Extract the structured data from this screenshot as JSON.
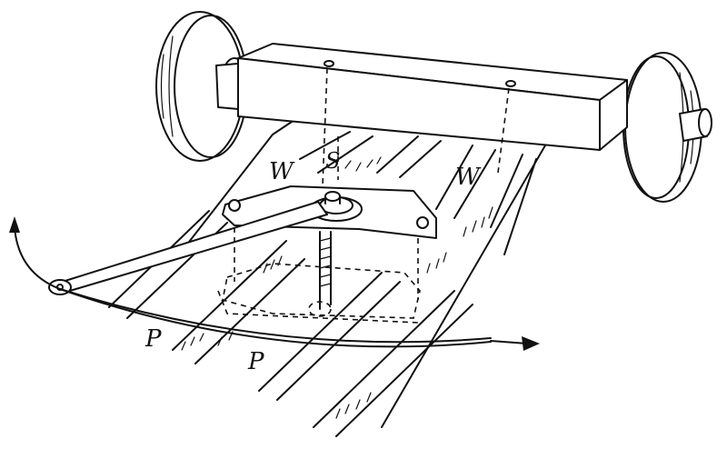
{
  "labels": {
    "w_left": "W",
    "w_right": "W",
    "s_pivot": "S",
    "p_left": "P",
    "p_right": "P"
  },
  "colors": {
    "ink": "#111111",
    "paper": "#ffffff"
  },
  "icons": {
    "arrow_left_end": "arrow-up-icon",
    "arrow_right_end": "arrow-right-icon"
  }
}
